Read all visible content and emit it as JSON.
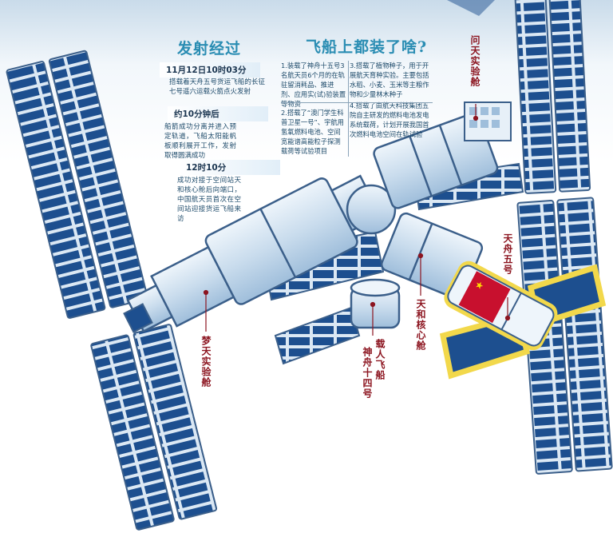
{
  "colors": {
    "title": "#2a8db3",
    "label": "#8c1520",
    "panel": "#1d4f8f",
    "module": "#d7e6f4",
    "outline": "#3b5f8a",
    "tianzhou_border": "#f2d84b",
    "flag": "#c8102e"
  },
  "launch": {
    "title": "发射经过",
    "steps": [
      {
        "time": "11月12日10时03分",
        "text": "搭载着天舟五号货运飞船的长征七号遥六运载火箭点火发射"
      },
      {
        "time": "约10分钟后",
        "text": "船箭成功分离并进入预定轨道，飞船太阳能帆板顺利展开工作，发射取得圆满成功"
      },
      {
        "time": "12时10分",
        "text": "成功对接于空间站天和核心舱后向端口，中国航天员首次在空间站迎接货运飞船来访"
      }
    ]
  },
  "cargo": {
    "title": "飞船上都装了啥?",
    "items": [
      "1.装载了神舟十五号3名航天员6个月的在轨驻留消耗品、推进剂、应用实(试)验装置等物资",
      "2.搭载了“澳门学生科普卫星一号”、宇航用氢氧燃料电池、空间宽能谱高能粒子探测载荷等试验项目",
      "3.搭载了植物种子，用于开展航天育种实验。主要包括水稻、小麦、玉米等主粮作物和少量林木种子",
      "4.搭载了由航天科技集团五院自主研发的燃料电池发电系统载荷，计划开展我国首次燃料电池空间在轨试验"
    ]
  },
  "labels": {
    "wentian": "问天实验舱",
    "tianzhou": "天舟五号",
    "tianhe": "天和核心舱",
    "shenzhou_a": "载人飞船",
    "shenzhou_b": "神舟十四号",
    "mengtian": "梦天实验舱"
  }
}
